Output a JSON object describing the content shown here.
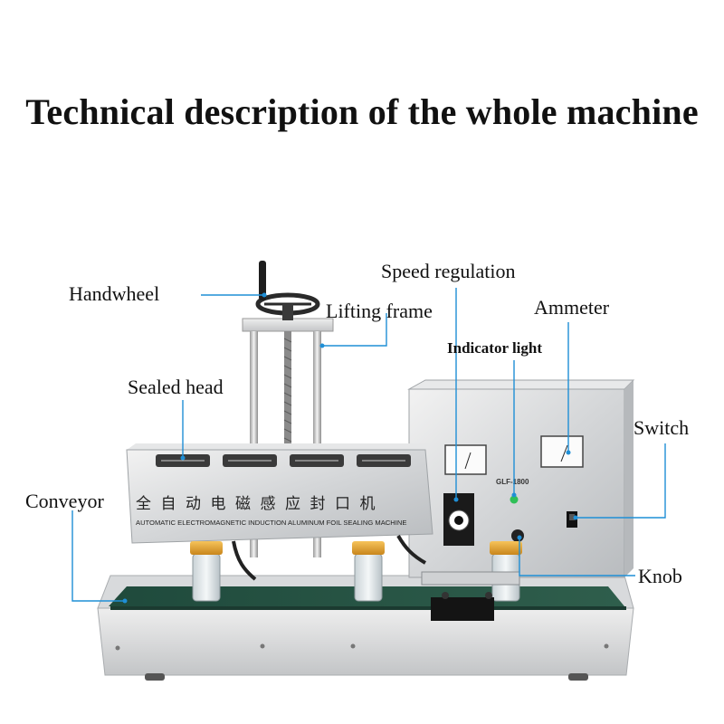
{
  "title": "Technical description of the whole machine",
  "labels": {
    "handwheel": "Handwheel",
    "lifting_frame": "Lifting frame",
    "speed_regulation": "Speed regulation",
    "ammeter": "Ammeter",
    "indicator_light": "Indicator light",
    "sealed_head": "Sealed head",
    "switch": "Switch",
    "conveyor": "Conveyor",
    "knob": "Knob"
  },
  "machine": {
    "head_chinese_text": "全自动电磁感应封口机",
    "head_english_text": "AUTOMATIC ELECTROMAGNETIC INDUCTION ALUMINUM FOIL SEALING MACHINE",
    "model": "GLF-1800"
  }
}
